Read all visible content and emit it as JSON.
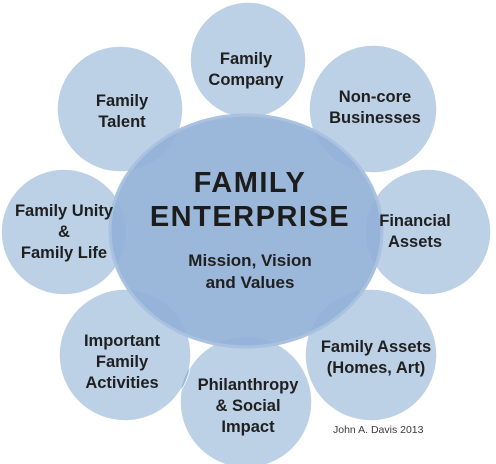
{
  "colors": {
    "outer_fill": "#bcd0e6",
    "outer_overlap": "#9ab8d8",
    "outer_stroke": "#ffffff",
    "center_fill": "#93b1d7",
    "center_stroke": "#a9c2e0",
    "text": "#1f1f1f"
  },
  "center": {
    "title": "FAMILY\nENTERPRISE",
    "subtitle": "Mission, Vision\nand Values"
  },
  "outer": [
    {
      "id": "family-company",
      "label": "Family\nCompany"
    },
    {
      "id": "non-core-businesses",
      "label": "Non-core\nBusinesses"
    },
    {
      "id": "financial-assets",
      "label": "Financial\nAssets"
    },
    {
      "id": "family-assets",
      "label": "Family Assets\n(Homes, Art)"
    },
    {
      "id": "philanthropy",
      "label": "Philanthropy\n& Social\nImpact"
    },
    {
      "id": "important-family-activities",
      "label": "Important\nFamily\nActivities"
    },
    {
      "id": "family-unity",
      "label": "Family Unity\n&\nFamily Life"
    },
    {
      "id": "family-talent",
      "label": "Family\nTalent"
    }
  ],
  "credit": "John A. Davis 2013"
}
